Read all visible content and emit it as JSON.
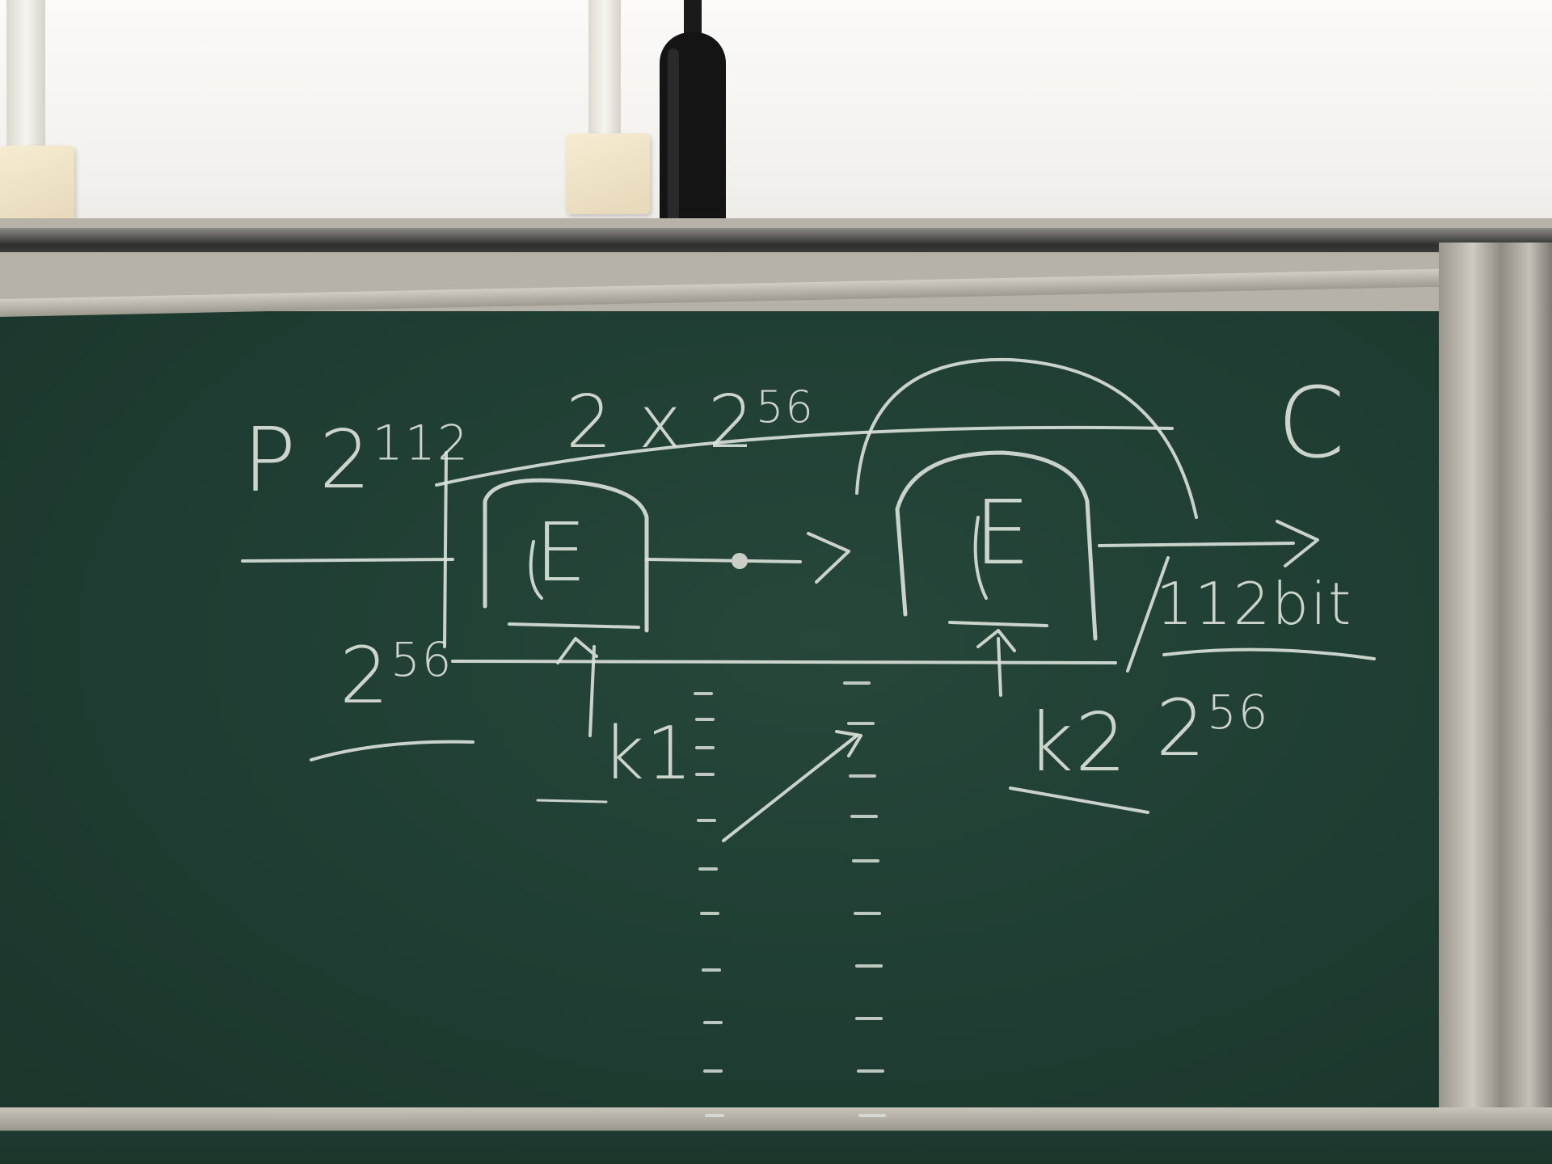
{
  "board": {
    "plaintext_label": "P",
    "plaintext_space": "2",
    "plaintext_space_exp": "112",
    "combined_work": "2 x 2",
    "combined_work_exp": "56",
    "ciphertext_label": "C",
    "encrypt_box_1": "E",
    "encrypt_box_2": "E",
    "key_1": "k1",
    "key_2": "k2",
    "key_1_space": "2",
    "key_1_space_exp": "56",
    "key_2_space": "2",
    "key_2_space_exp": "56",
    "block_size": "112bit"
  },
  "colors": {
    "chalkboard": "#1f3d32",
    "chalk": "#d9e0d8",
    "wall": "#f7f5f2"
  },
  "icons": [
    "microphone-icon",
    "wall-socket-icon"
  ]
}
